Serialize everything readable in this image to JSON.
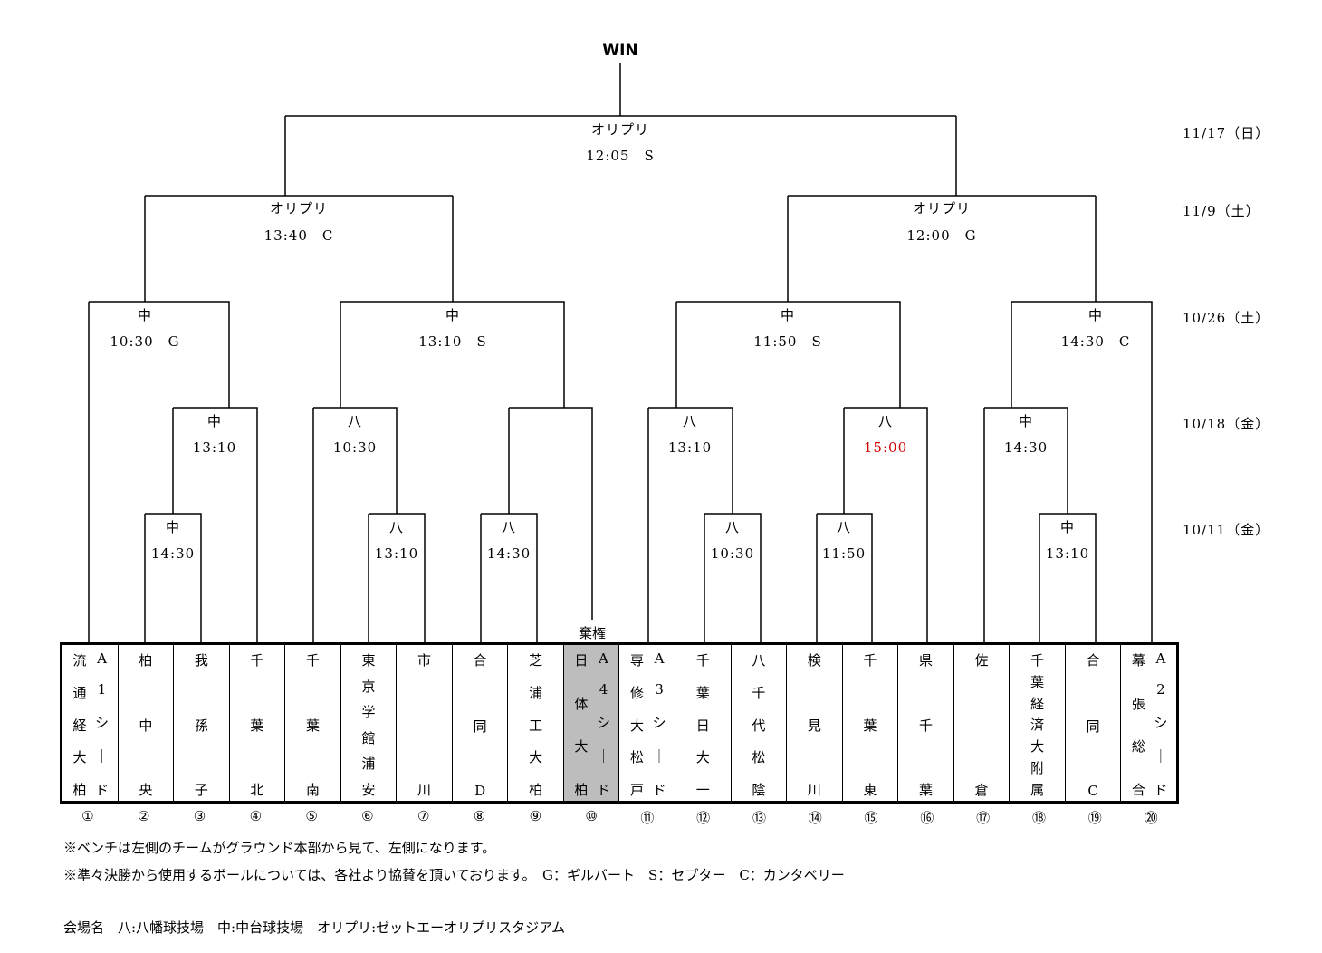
{
  "win_label": "WIN",
  "dates": [
    "11/17（日）",
    "11/9（土）",
    "10/26（土）",
    "10/18（金）",
    "10/11（金）"
  ],
  "final": {
    "venue": "オリプリ",
    "time": "12:05　S"
  },
  "semi_left": {
    "venue": "オリプリ",
    "time": "13:40　C"
  },
  "semi_right": {
    "venue": "オリプリ",
    "time": "12:00　G"
  },
  "qf": [
    {
      "venue": "中",
      "time": "10:30　G"
    },
    {
      "venue": "中",
      "time": "13:10　S"
    },
    {
      "venue": "中",
      "time": "11:50　S"
    },
    {
      "venue": "中",
      "time": "14:30　C"
    }
  ],
  "r2": [
    {
      "venue": "中",
      "time": "13:10"
    },
    {
      "venue": "八",
      "time": "10:30"
    },
    {
      "venue": "八",
      "time": "13:10"
    },
    {
      "venue": "八",
      "time": "15:00"
    },
    {
      "venue": "中",
      "time": "14:30"
    }
  ],
  "r1": [
    {
      "venue": "中",
      "time": "14:30"
    },
    {
      "venue": "八",
      "time": "13:10"
    },
    {
      "venue": "八",
      "time": "14:30"
    },
    {
      "venue": "八",
      "time": "10:30"
    },
    {
      "venue": "八",
      "time": "11:50"
    },
    {
      "venue": "中",
      "time": "13:10"
    }
  ],
  "forfeit_label": "棄権",
  "highlight_color": "#d40000",
  "teams": [
    {
      "name": "流通経大柏",
      "seed": "A1シード",
      "num": "①"
    },
    {
      "name": "柏中央",
      "seed": "",
      "num": "②"
    },
    {
      "name": "我孫子",
      "seed": "",
      "num": "③"
    },
    {
      "name": "千葉北",
      "seed": "",
      "num": "④"
    },
    {
      "name": "千葉南",
      "seed": "",
      "num": "⑤"
    },
    {
      "name": "東京学館浦安",
      "seed": "",
      "num": "⑥"
    },
    {
      "name": "市川",
      "seed": "",
      "num": "⑦"
    },
    {
      "name": "合同D",
      "seed": "",
      "num": "⑧"
    },
    {
      "name": "芝浦工大柏",
      "seed": "",
      "num": "⑨"
    },
    {
      "name": "日体大柏",
      "seed": "A4シード",
      "num": "⑩"
    },
    {
      "name": "専修大松戸",
      "seed": "A3シード",
      "num": "⑪"
    },
    {
      "name": "千葉日大一",
      "seed": "",
      "num": "⑫"
    },
    {
      "name": "八千代松陰",
      "seed": "",
      "num": "⑬"
    },
    {
      "name": "検見川",
      "seed": "",
      "num": "⑭"
    },
    {
      "name": "千葉東",
      "seed": "",
      "num": "⑮"
    },
    {
      "name": "県千葉",
      "seed": "",
      "num": "⑯"
    },
    {
      "name": "佐倉",
      "seed": "",
      "num": "⑰"
    },
    {
      "name": "千葉経済大附属",
      "seed": "",
      "num": "⑱"
    },
    {
      "name": "合同C",
      "seed": "",
      "num": "⑲"
    },
    {
      "name": "幕張総合",
      "seed": "A2シード",
      "num": "⑳"
    }
  ],
  "notes": [
    "※ベンチは左側のチームがグラウンド本部から見て、左側になります。",
    "※準々決勝から使用するボールについては、各社より協賛を頂いております。　G：ギルバート　S：セプター　C：カンタベリー",
    "会場名　八:八幡球技場　中:中台球技場　オリプリ:ゼットエーオリプリスタジアム"
  ]
}
